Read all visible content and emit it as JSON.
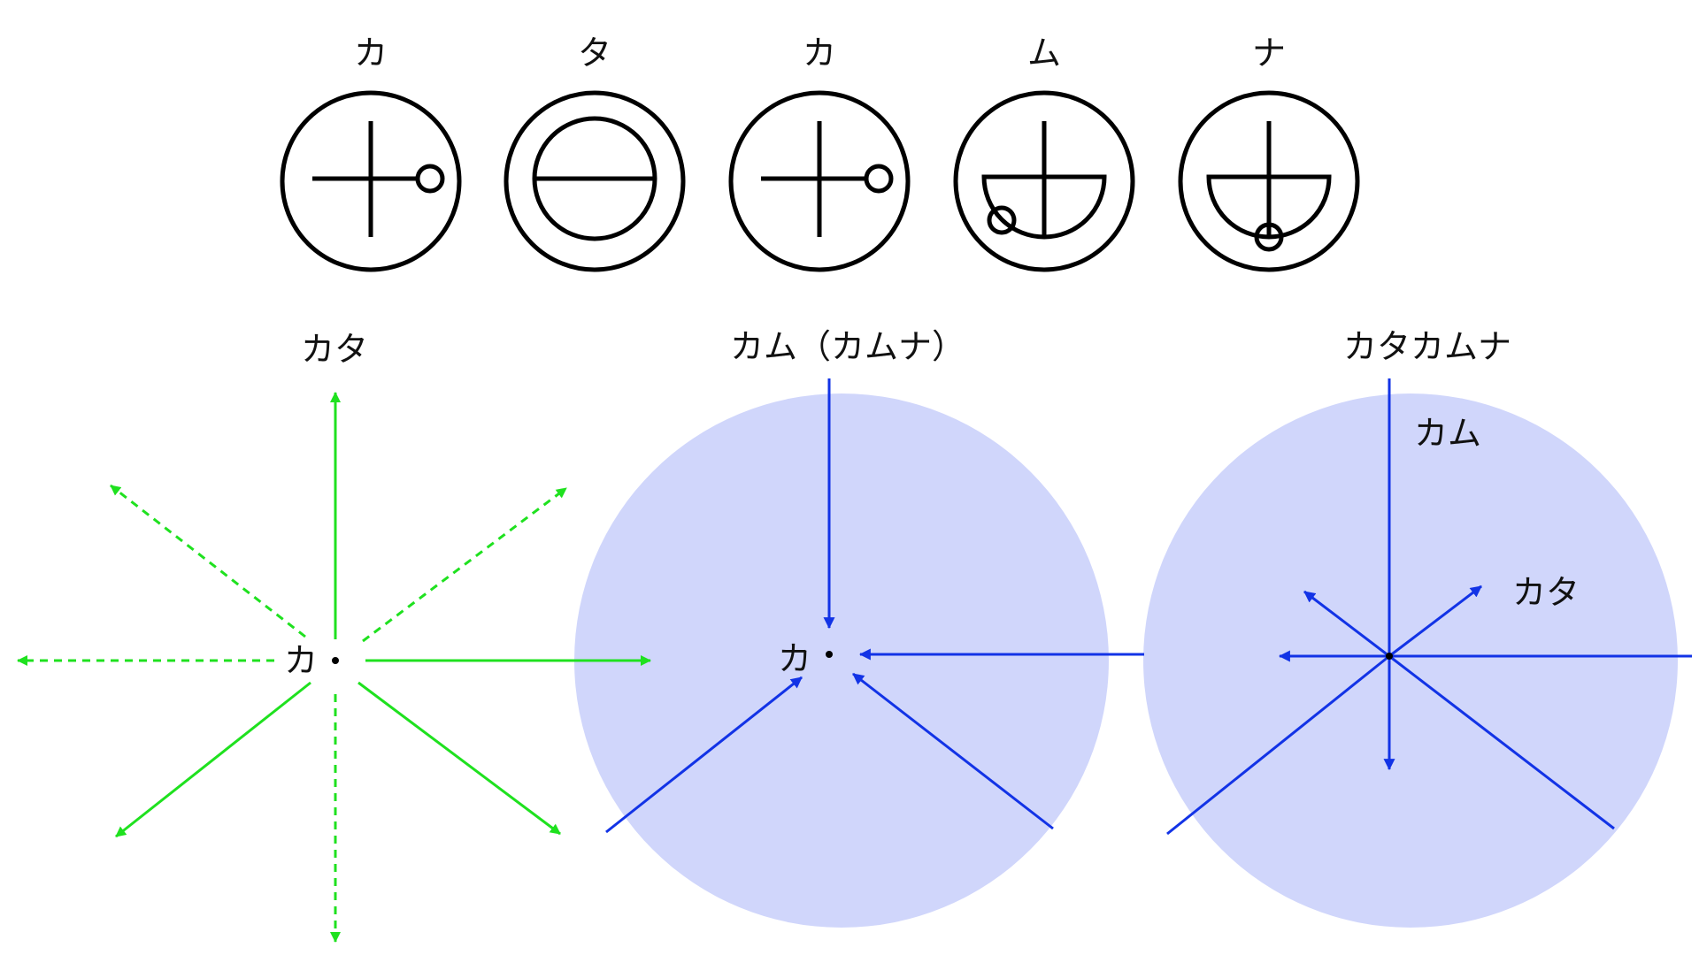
{
  "colors": {
    "background": "#ffffff",
    "symbol_stroke": "#000000",
    "green": "#1fe11f",
    "blue": "#1233e6",
    "fill": "#d0d6fb",
    "text": "#111111"
  },
  "symbols": [
    {
      "label": "カ",
      "kind": "cross-dot"
    },
    {
      "label": "タ",
      "kind": "inner-circle-bar"
    },
    {
      "label": "カ",
      "kind": "cross-dot"
    },
    {
      "label": "ム",
      "kind": "bowl-dot-left"
    },
    {
      "label": "ナ",
      "kind": "bowl-dot-bottom"
    }
  ],
  "panels": {
    "left": {
      "title": "カタ",
      "center_label": "カ"
    },
    "middle": {
      "title": "カム（カムナ）",
      "center_label": "カ"
    },
    "right": {
      "title": "カタカムナ",
      "label_kamu": "カム",
      "label_kata": "カタ"
    }
  }
}
